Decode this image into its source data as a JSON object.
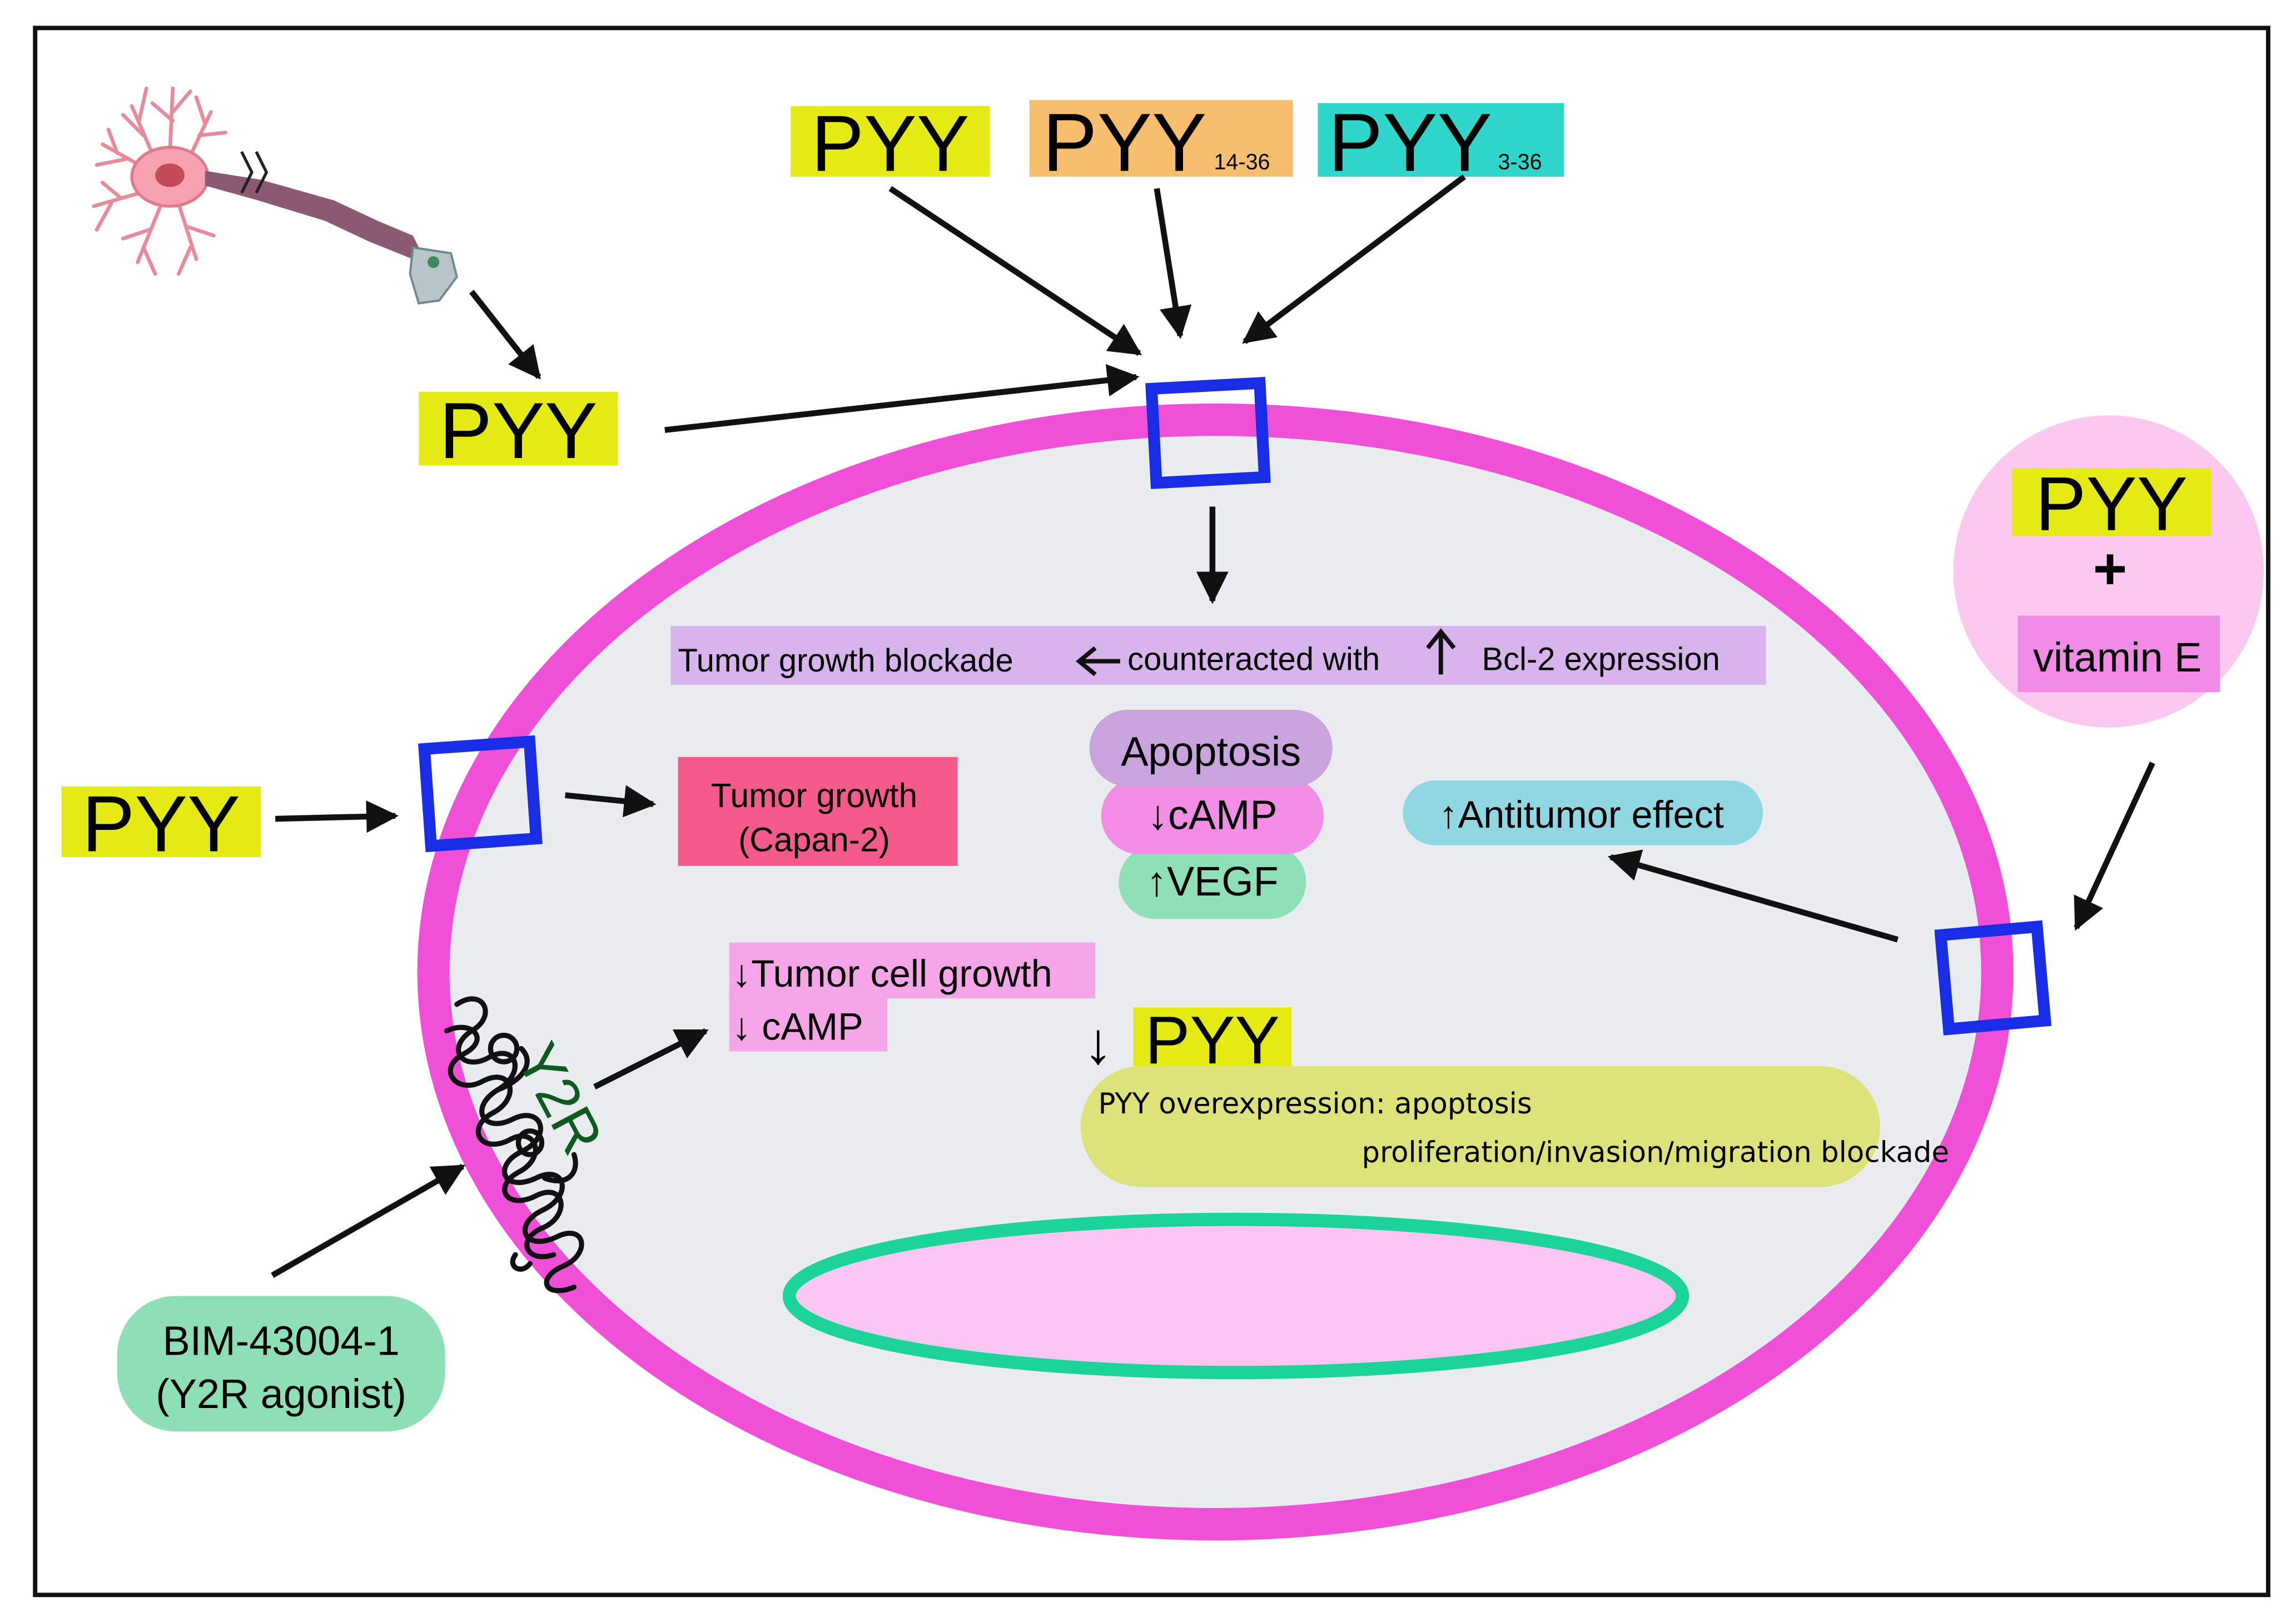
{
  "labels": {
    "pyy_top": "PYY",
    "pyy_14_36": "PYY",
    "pyy_14_36_sub": "14-36",
    "pyy_3_36": "PYY",
    "pyy_3_36_sub": "3-36",
    "pyy_neuron": "PYY",
    "pyy_left": "PYY",
    "pyy_right": "PYY",
    "plus": "+",
    "vitamin_e": "vitamin E",
    "bcl2_left": "Tumor growth blockade",
    "bcl2_mid": "counteracted with",
    "bcl2_right": "Bcl-2 expression",
    "apoptosis": "Apoptosis",
    "camp_down": "↓cAMP",
    "vegf_up": "↑VEGF",
    "antitumor": "↑Antitumor effect",
    "tumor_growth_1": "Tumor growth",
    "tumor_growth_2": "(Capan-2)",
    "tumor_cell_growth": "↓Tumor  cell growth",
    "camp_down_2": "↓ cAMP",
    "down_arrow": "↓",
    "pyy_down": "PYY",
    "overexp_1": "PYY overexpression: apoptosis",
    "overexp_2": "proliferation/invasion/migration blockade",
    "y2r": "Y2R",
    "bim_1": "BIM-43004-1",
    "bim_2": "(Y2R agonist)"
  },
  "colors": {
    "pyy_yellow": "#e5ea13",
    "pyy_orange": "#f7be6e",
    "pyy_teal": "#2ed6cb",
    "membrane": "#f050d8",
    "cytoplasm": "#e9edf0",
    "nucleus_fill": "#fcc6f2",
    "nucleus_ring": "#1cd49a",
    "receptor": "#1a2de6",
    "bcl2_box": "#d7b4ec",
    "apoptosis": "#c9a3de",
    "camp": "#f28de6",
    "vegf": "#8ee0b6",
    "antitumor": "#8fd8e3",
    "tumor_growth": "#f45a8c",
    "tumor_cell": "#f6a6e8",
    "overexp": "#dde27a",
    "vitamin_circle": "#fbc9f0",
    "vitamin_box": "#f08be6",
    "bim": "#8fdfb6",
    "y2r_text": "#0f5a1f"
  }
}
